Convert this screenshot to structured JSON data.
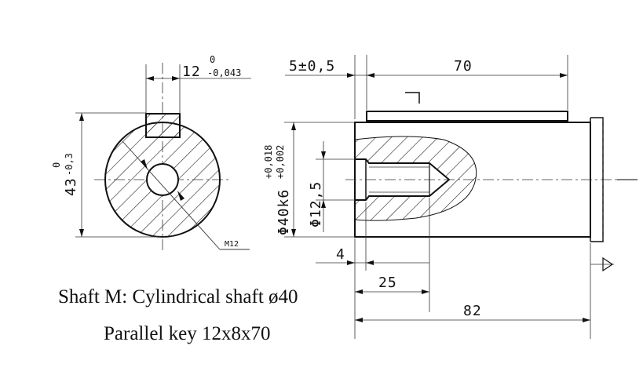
{
  "drawing": {
    "left_view": {
      "key_width": "12",
      "key_width_tol_upper": "0",
      "key_width_tol_lower": "-0,043",
      "key_height": "43",
      "key_height_tol_upper": "0",
      "key_height_tol_lower": "-0,3",
      "thread": "M12"
    },
    "right_view": {
      "offset": "5±0,5",
      "key_length": "70",
      "shaft_diameter": "Φ40k6",
      "shaft_tol_upper": "+0,018",
      "shaft_tol_lower": "+0,002",
      "bore_diameter": "Φ12,5",
      "chamfer": "4",
      "thread_depth": "25",
      "total_length": "82"
    }
  },
  "caption": {
    "line1": "Shaft M: Cylindrical shaft ø40",
    "line2": "Parallel key 12x8x70"
  }
}
